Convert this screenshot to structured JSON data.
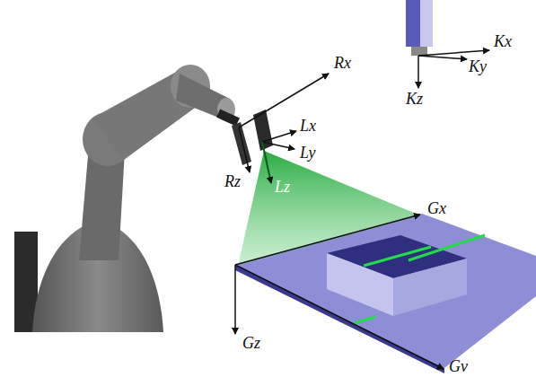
{
  "diagram": {
    "labels": [
      "Rx",
      "Rz",
      "Lx",
      "Ly",
      "Lz",
      "Kx",
      "Ky",
      "Kz",
      "Gx",
      "Gz",
      "Gv"
    ]
  }
}
